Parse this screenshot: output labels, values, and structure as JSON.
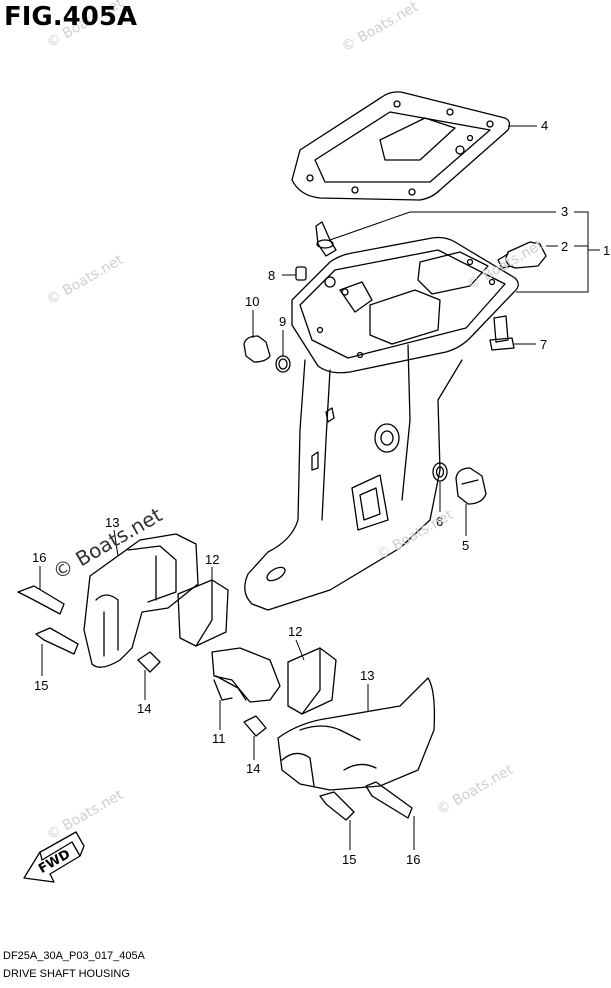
{
  "figure": {
    "title": "FIG.405A",
    "model_code": "DF25A_30A_P03_017_405A",
    "section_name": "DRIVE SHAFT HOUSING"
  },
  "watermark": "© Boats.net",
  "fwd_label": "FWD",
  "callouts": [
    "1",
    "2",
    "3",
    "4",
    "5",
    "6",
    "7",
    "8",
    "9",
    "10",
    "11",
    "12",
    "12",
    "13",
    "13",
    "14",
    "14",
    "15",
    "15",
    "16",
    "16"
  ]
}
